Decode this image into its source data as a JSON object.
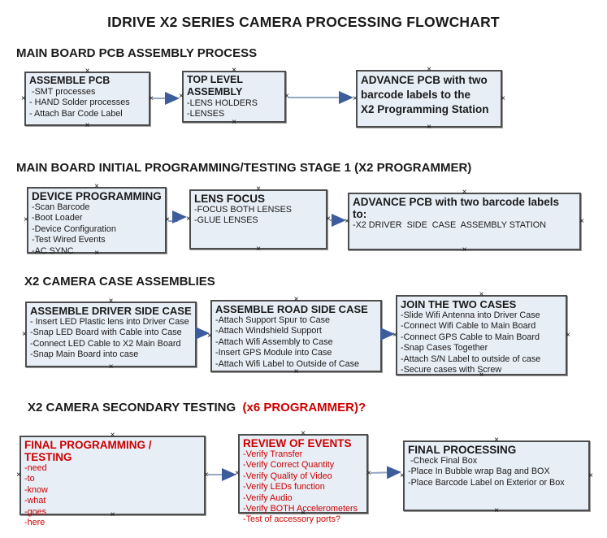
{
  "title": "IDRIVE X2  SERIES CAMERA PROCESSING FLOWCHART",
  "colors": {
    "box_fill": "#e8eef6",
    "box_border": "#4d4d4d",
    "arrow_line": "#94a7c3",
    "arrow_head": "#3c5c9c",
    "red_text": "#cc0000"
  },
  "sections": [
    {
      "header": "MAIN BOARD PCB ASSEMBLY PROCESS",
      "boxes": [
        {
          "title": "ASSEMBLE PCB",
          "items": [
            " -SMT processes",
            "- HAND Solder processes",
            "- Attach Bar Code Label"
          ]
        },
        {
          "title": "TOP LEVEL ASSEMBLY",
          "items": [
            "-LENS HOLDERS",
            "-LENSES"
          ]
        },
        {
          "title": "ADVANCE PCB with two\nbarcode labels to the\n X2 Programming Station",
          "items": []
        }
      ]
    },
    {
      "header": "MAIN BOARD INITIAL PROGRAMMING/TESTING STAGE 1 (X2 PROGRAMMER)",
      "boxes": [
        {
          "title": "DEVICE PROGRAMMING",
          "items": [
            "-Scan Barcode",
            "-Boot Loader",
            "-Device Configuration",
            "-Test Wired Events",
            "-AC SYNC"
          ]
        },
        {
          "title": "LENS FOCUS",
          "items": [
            "-FOCUS BOTH LENSES",
            "-GLUE LENSES"
          ]
        },
        {
          "title": "ADVANCE PCB with two barcode labels to:",
          "items": [
            "-X2 DRIVER  SIDE  CASE  ASSEMBLY STATION"
          ]
        }
      ]
    },
    {
      "header": "X2 CAMERA CASE ASSEMBLIES",
      "boxes": [
        {
          "title": "ASSEMBLE DRIVER SIDE CASE",
          "items": [
            "- Insert LED Plastic lens into Driver Case",
            "-Snap LED Board with Cable into Case",
            "-Connect LED Cable to X2 Main Board",
            "-Snap Main Board into case"
          ]
        },
        {
          "title": "ASSEMBLE ROAD SIDE CASE",
          "items": [
            "-Attach Support Spur to Case",
            "-Attach Windshield Support",
            "-Attach Wifi Assembly to Case",
            "-Insert GPS Module into Case",
            "-Attach Wifi Label to Outside of Case"
          ]
        },
        {
          "title": "JOIN THE TWO CASES",
          "items": [
            "-Slide Wifi Antenna into Driver Case",
            "-Connect Wifi Cable to Main Board",
            "-Connect GPS Cable to Main Board",
            "-Snap Cases Together",
            "-Attach S/N Label to outside of case",
            "-Secure cases with Screw"
          ]
        }
      ]
    },
    {
      "header": "X2 CAMERA SECONDARY TESTING  ",
      "header_red": "(x6 PROGRAMMER)?",
      "boxes": [
        {
          "title": "FINAL PROGRAMMING / TESTING",
          "items": [
            "-need",
            "-to",
            "-know",
            "-what",
            "-goes",
            "-here"
          ]
        },
        {
          "title": "REVIEW OF EVENTS",
          "items": [
            "-Verify Transfer",
            "-Verify Correct Quantity",
            "-Verify Quality of Video",
            "-Verify LEDs function",
            "-Verify Audio",
            "-Verify BOTH Accelerometers",
            "-Test of accessory ports?"
          ]
        },
        {
          "title": "FINAL PROCESSING",
          "items": [
            " -Check Final Box",
            "-Place In Bubble wrap Bag and BOX",
            "-Place Barcode Label on Exterior or Box"
          ]
        }
      ]
    }
  ]
}
